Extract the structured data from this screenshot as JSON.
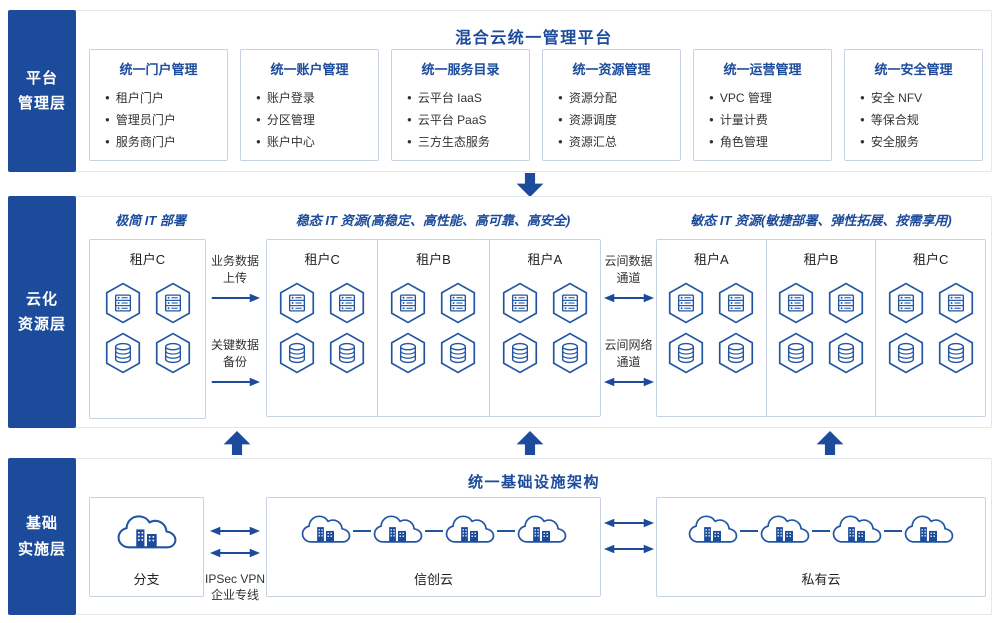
{
  "colors": {
    "primary": "#1c4b9c",
    "icon_stroke": "#2055a4",
    "box_border": "#c7d2e2",
    "row_border": "#e3e7ee",
    "text": "#333333"
  },
  "icons": {
    "server-icon": "rack server inside hexagon",
    "database-icon": "database cylinder inside hexagon",
    "cloud-icon": "cloud with datacenter buildings",
    "down-arrow-icon": "solid block arrow down",
    "up-arrow-icon": "solid block arrow up",
    "right-arrow-icon": "single-headed arrow",
    "double-arrow-icon": "double-headed arrow"
  },
  "platform": {
    "label": "平台\n管理层",
    "title": "混合云统一管理平台",
    "modules": [
      {
        "title": "统一门户管理",
        "items": [
          "租户门户",
          "管理员门户",
          "服务商门户"
        ]
      },
      {
        "title": "统一账户管理",
        "items": [
          "账户登录",
          "分区管理",
          "账户中心"
        ]
      },
      {
        "title": "统一服务目录",
        "items": [
          "云平台 IaaS",
          "云平台 PaaS",
          "三方生态服务"
        ]
      },
      {
        "title": "统一资源管理",
        "items": [
          "资源分配",
          "资源调度",
          "资源汇总"
        ]
      },
      {
        "title": "统一运营管理",
        "items": [
          "VPC 管理",
          "计量计费",
          "角色管理"
        ]
      },
      {
        "title": "统一安全管理",
        "items": [
          "安全 NFV",
          "等保合规",
          "安全服务"
        ]
      }
    ]
  },
  "cloud": {
    "label": "云化\n资源层",
    "headers": {
      "left": "极简 IT 部署",
      "middle": "稳态 IT 资源(高稳定、高性能、高可靠、高安全)",
      "right": "敏态 IT 资源(敏捷部署、弹性拓展、按需享用)"
    },
    "left_tenant": "租户C",
    "middle_tenants": [
      "租户C",
      "租户B",
      "租户A"
    ],
    "right_tenants": [
      "租户A",
      "租户B",
      "租户C"
    ],
    "flows": {
      "upload": "业务数据\n上传",
      "backup": "关键数据\n备份",
      "data_channel": "云间数据\n通道",
      "network_channel": "云间网络\n通道"
    }
  },
  "infra": {
    "label": "基础\n实施层",
    "title": "统一基础设施架构",
    "branch": "分支",
    "xinchuang": "信创云",
    "private": "私有云",
    "vpn": "IPSec VPN\n企业专线"
  }
}
